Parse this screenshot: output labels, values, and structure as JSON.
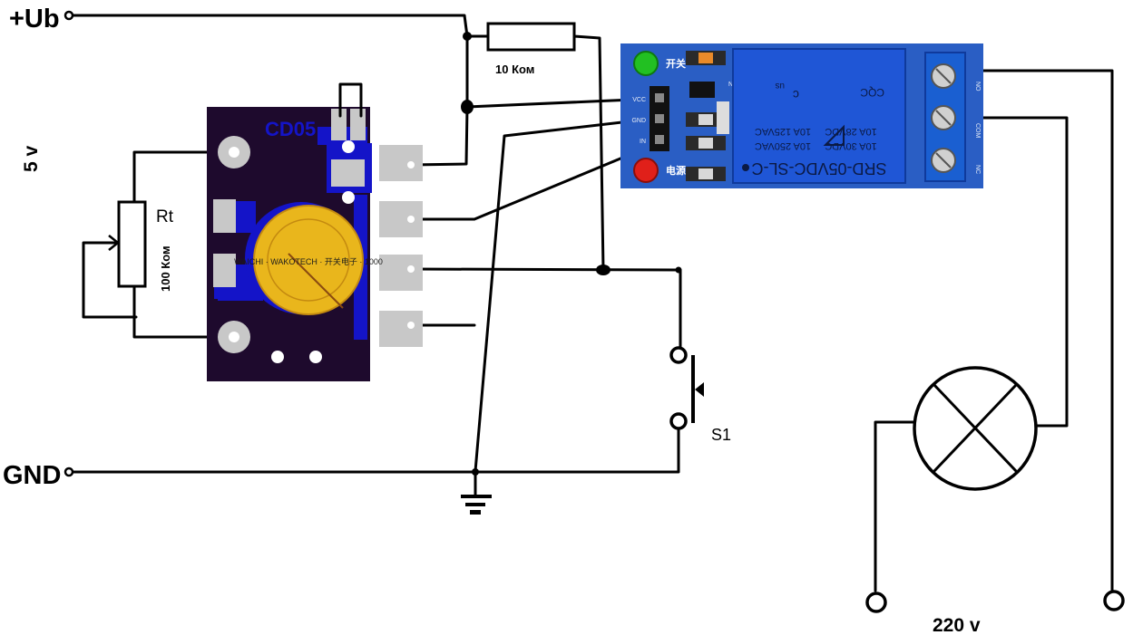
{
  "labels": {
    "vplus": "+Ub",
    "gnd": "GND",
    "supply": "5 v",
    "mains": "220 v",
    "switch": "S1",
    "resistor_value": "10 Ком",
    "thermistor_name": "Rt",
    "thermistor_value": "100 Ком"
  },
  "module": {
    "board_mark": "CD05",
    "buzzer_text": "WAICHI · WAKOTECH · 开关电子 · 1000"
  },
  "relay": {
    "model": "SRD-05VDC-SL-C",
    "rating_ac_1": "10A 250VAC",
    "rating_dc_1": "10A 30VDC",
    "rating_ac_2": "10A 125VAC",
    "rating_dc_2": "10A 28VDC",
    "cert_ul": "c",
    "cert_ul_us": "us",
    "cert_cqc": "CQC",
    "pin_vcc": "VCC",
    "pin_gnd": "GND",
    "pin_in": "IN",
    "led_top_label": "开关",
    "led_bottom_label": "电源",
    "board_n": "N",
    "terminal_no": "NO",
    "terminal_com": "COM",
    "terminal_nc": "NC"
  },
  "colors": {
    "pcb_dark": "#1e0a2d",
    "trace_blue": "#1414c8",
    "pad_gray": "#c8c8c8",
    "buzzer_yellow": "#e9b61c",
    "relay_board": "#2a5ec4",
    "relay_body": "#1f56d6",
    "terminal_blue": "#1a5fd1",
    "led_green": "#22c022",
    "led_red": "#e0201a"
  }
}
